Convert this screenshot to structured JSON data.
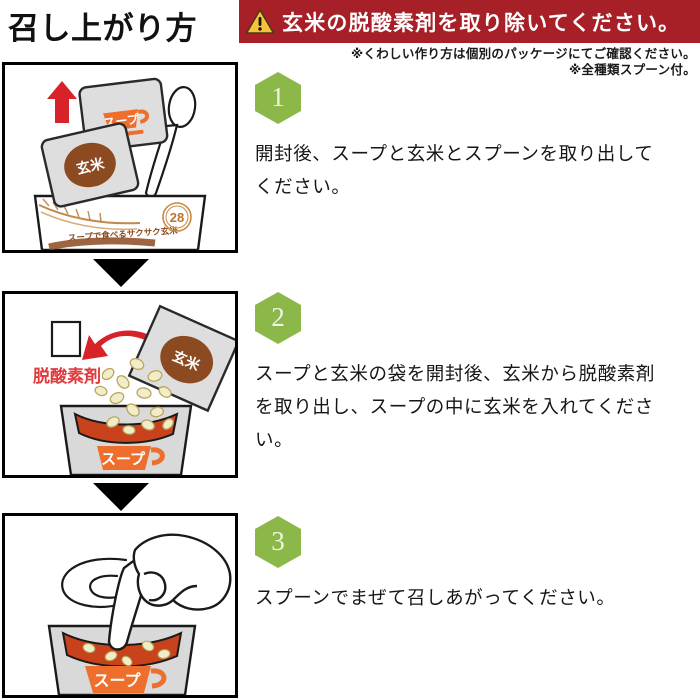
{
  "header": {
    "title": "召し上がり方",
    "warning": {
      "icon": "warning-triangle-icon",
      "text": "玄米の脱酸素剤を取り除いてください。",
      "background_color": "#a72028"
    },
    "notes": [
      "※くわしい作り方は個別のパッケージにてご確認ください。",
      "※全種類スプーン付。"
    ]
  },
  "accent_colors": {
    "badge_green": "#8cb84a",
    "banner_red": "#a72028",
    "arrow_red": "#d8222a",
    "soup_orange": "#ee6f2d",
    "rice_brown": "#8c4a21",
    "soup_liquid": "#c8421c"
  },
  "steps": [
    {
      "number": "1",
      "lines": [
        "開封後、スープと玄米とスプーンを取り出して",
        "ください。"
      ],
      "illustration": {
        "name": "open-package-illustration",
        "elements": [
          {
            "label": "スープ",
            "kind": "soup-sachet"
          },
          {
            "label": "玄米",
            "kind": "rice-sachet"
          },
          {
            "label": "",
            "kind": "spoon"
          },
          {
            "label": "スープで食べるサクサク玄米",
            "kind": "package-box"
          },
          {
            "label": "28",
            "kind": "package-badge"
          }
        ]
      }
    },
    {
      "number": "2",
      "lines": [
        "スープと玄米の袋を開封後、玄米から脱酸素剤",
        "を取り出し、スープの中に玄米を入れてくださ",
        "い。"
      ],
      "illustration": {
        "name": "pour-rice-illustration",
        "elements": [
          {
            "label": "脱酸素剤",
            "kind": "oxygen-absorber-label"
          },
          {
            "label": "玄米",
            "kind": "rice-sachet-pouring"
          },
          {
            "label": "スープ",
            "kind": "soup-cup"
          }
        ]
      }
    },
    {
      "number": "3",
      "lines": [
        "スプーンでまぜて召しあがってください。"
      ],
      "illustration": {
        "name": "stir-soup-illustration",
        "elements": [
          {
            "label": "",
            "kind": "hand-with-spoon"
          },
          {
            "label": "スープ",
            "kind": "soup-cup"
          }
        ]
      }
    }
  ]
}
